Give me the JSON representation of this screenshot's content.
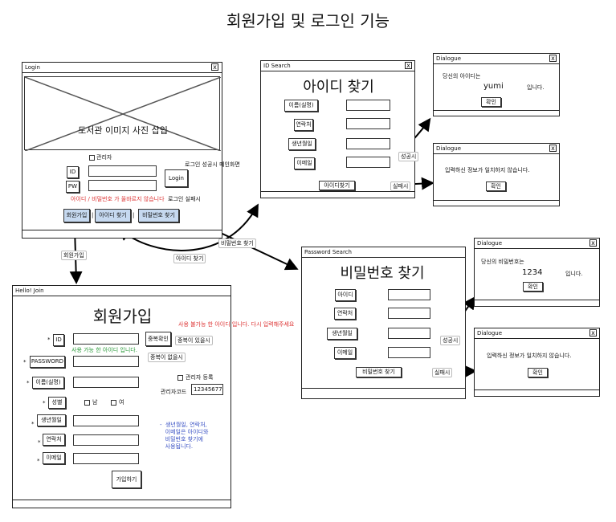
{
  "page_title": "회원가입 및 로그인 기능",
  "login": {
    "title": "Login",
    "close": "x",
    "image_text": "도서관 이미지 사진 삽입",
    "admin_check": "관리자",
    "id_label": "ID",
    "pw_label": "PW",
    "login_button": "Login",
    "success_note": "로그인 성공시 메인화면",
    "fail_note": "로그인 실패시",
    "error_text": "아이디 / 비밀번호 가 올바르지 않습니다",
    "signup_button": "회원가입",
    "find_id_button": "아이디 찾기",
    "find_pw_button": "비밀번호 찾기"
  },
  "id_search": {
    "title": "ID Search",
    "close": "x",
    "heading": "아이디 찾기",
    "fields": [
      "이름(실명)",
      "연락처",
      "생년월일",
      "이메일"
    ],
    "button": "아이디찾기"
  },
  "dialog_id_success": {
    "title": "Dialogue",
    "close": "x",
    "line1": "당신의 아이디는",
    "value": "yumi",
    "suffix": "입니다.",
    "ok": "확인"
  },
  "dialog_id_fail": {
    "title": "Dialogue",
    "close": "x",
    "message": "입력하신 정보가 일치하지 않습니다.",
    "ok": "확인"
  },
  "pw_search": {
    "title": "Password Search",
    "heading": "비밀번호 찾기",
    "fields": [
      "아이디",
      "연락처",
      "생년월일",
      "이메일"
    ],
    "button": "비밀번호 찾기"
  },
  "dialog_pw_success": {
    "title": "Dialogue",
    "close": "x",
    "line1": "당신의 비밀번호는",
    "value": "1234",
    "suffix": "입니다.",
    "ok": "확인"
  },
  "dialog_pw_fail": {
    "title": "Dialogue",
    "close": "x",
    "message": "입력하신 정보가 일치하지 않습니다.",
    "ok": "확인"
  },
  "join": {
    "title": "Hello! Join",
    "heading": "회원가입",
    "id_label": "ID",
    "check_button": "중복확인",
    "id_ok_text": "사용 가능 한 아이디 입니다.",
    "id_bad_text": "사용 불가능 한 아이디 입니다. 다시 입력해주세요",
    "dup_none": "중복이 없을시",
    "dup_exists": "중복이 있을시",
    "password_label": "PASSWORD",
    "name_label": "이름(실명)",
    "admin_register": "관리자 등록",
    "admin_code_label": "관리자코드",
    "admin_code_value": "12345677",
    "gender_label": "성별",
    "gender_male": "남",
    "gender_female": "여",
    "birth_label": "생년월일",
    "phone_label": "연락처",
    "email_label": "이메일",
    "note": "-  생년월일, 연락처,\n   이메일은 아이디와\n   비밀번호 찾기에\n   사용됩니다.",
    "submit_button": "가입하기",
    "required_mark": "*"
  },
  "arrow_labels": {
    "signup": "회원가입",
    "find_id": "아이디 찾기",
    "find_pw": "비밀번호 찾기",
    "id_success": "성공시",
    "id_fail": "실패시",
    "pw_success": "성공시",
    "pw_fail": "실패시"
  }
}
